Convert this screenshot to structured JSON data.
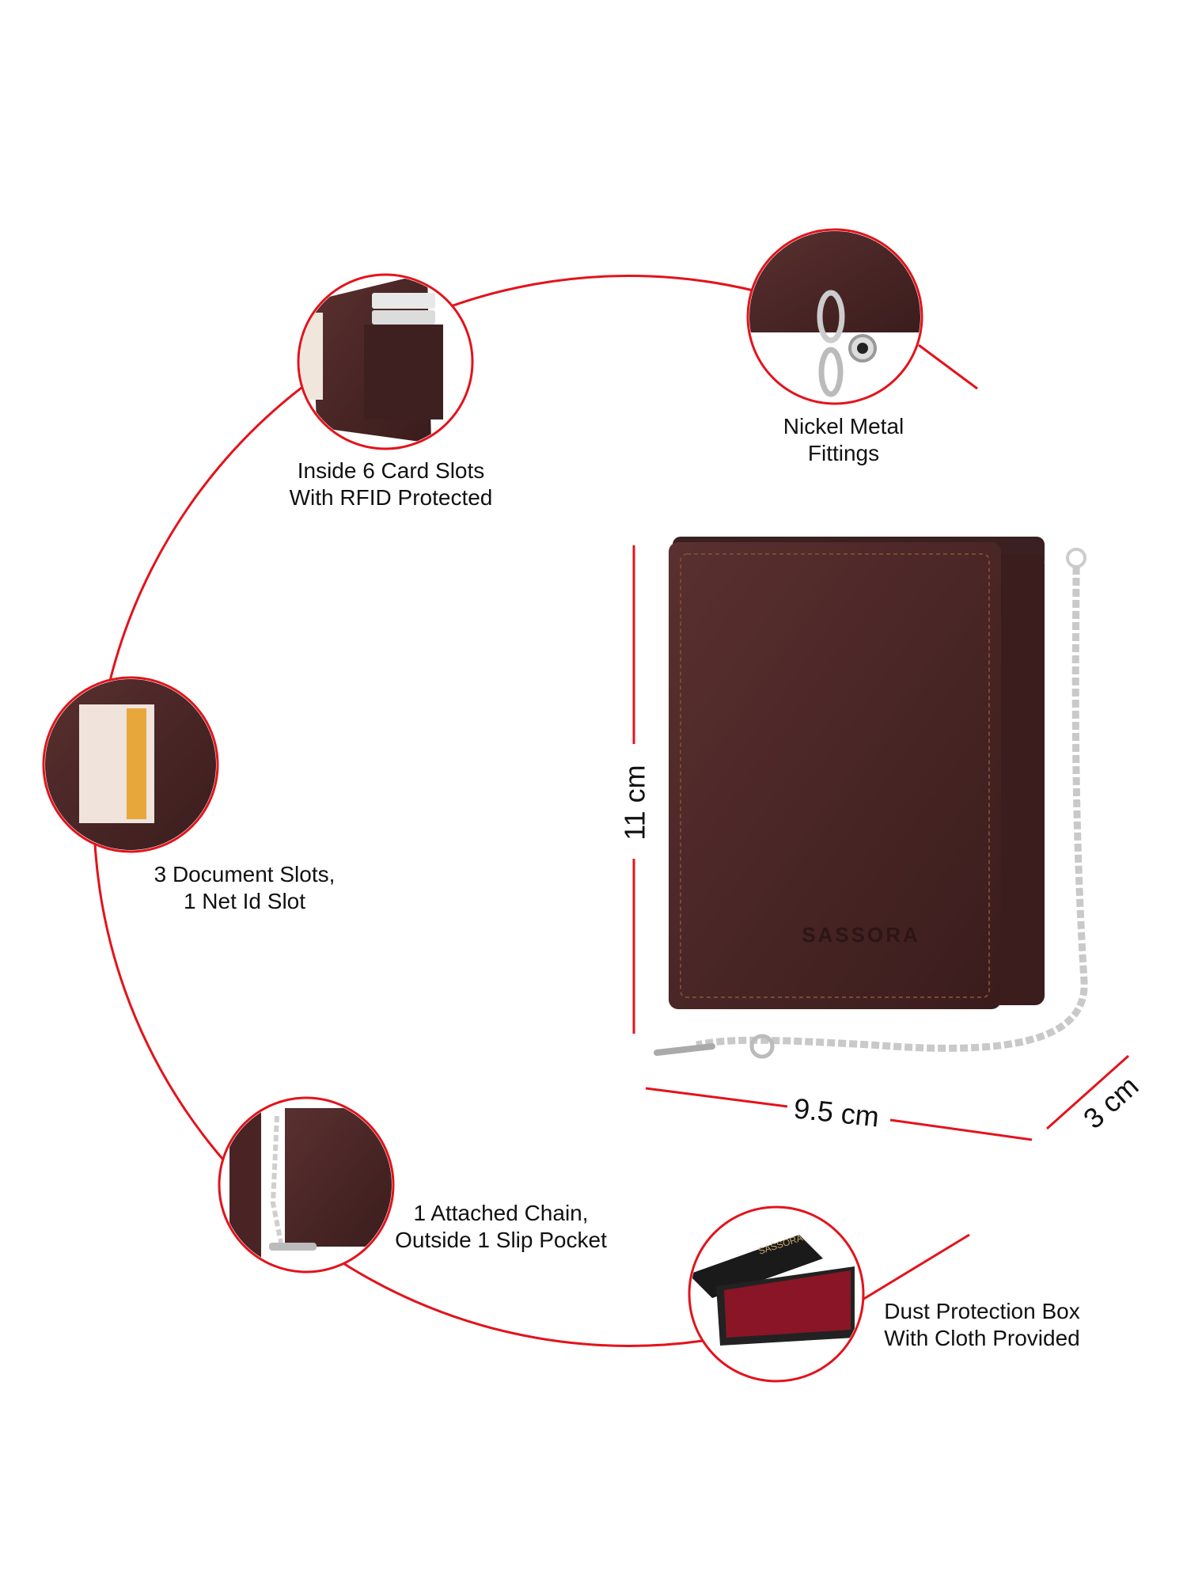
{
  "colors": {
    "accent": "#e3131b",
    "leather": "#4a2525",
    "chain": "#c9c9c9",
    "box_cloth": "#8a1526"
  },
  "brand_logo_text": "SASSORA",
  "features": [
    {
      "icon": "card-slots-closeup",
      "line1": "Inside 6 Card Slots",
      "line2": "With RFID Protected"
    },
    {
      "icon": "metal-fitting-closeup",
      "line1": "Nickel Metal",
      "line2": "Fittings"
    },
    {
      "icon": "document-slot-closeup",
      "line1": "3 Document Slots,",
      "line2": "1 Net Id Slot"
    },
    {
      "icon": "chain-closeup",
      "line1": "1 Attached Chain,",
      "line2": "Outside 1 Slip Pocket"
    },
    {
      "icon": "gift-box-closeup",
      "line1": "Dust Protection Box",
      "line2": "With Cloth Provided"
    }
  ],
  "dimensions": {
    "height": "11 cm",
    "width": "9.5 cm",
    "depth": "3 cm"
  }
}
